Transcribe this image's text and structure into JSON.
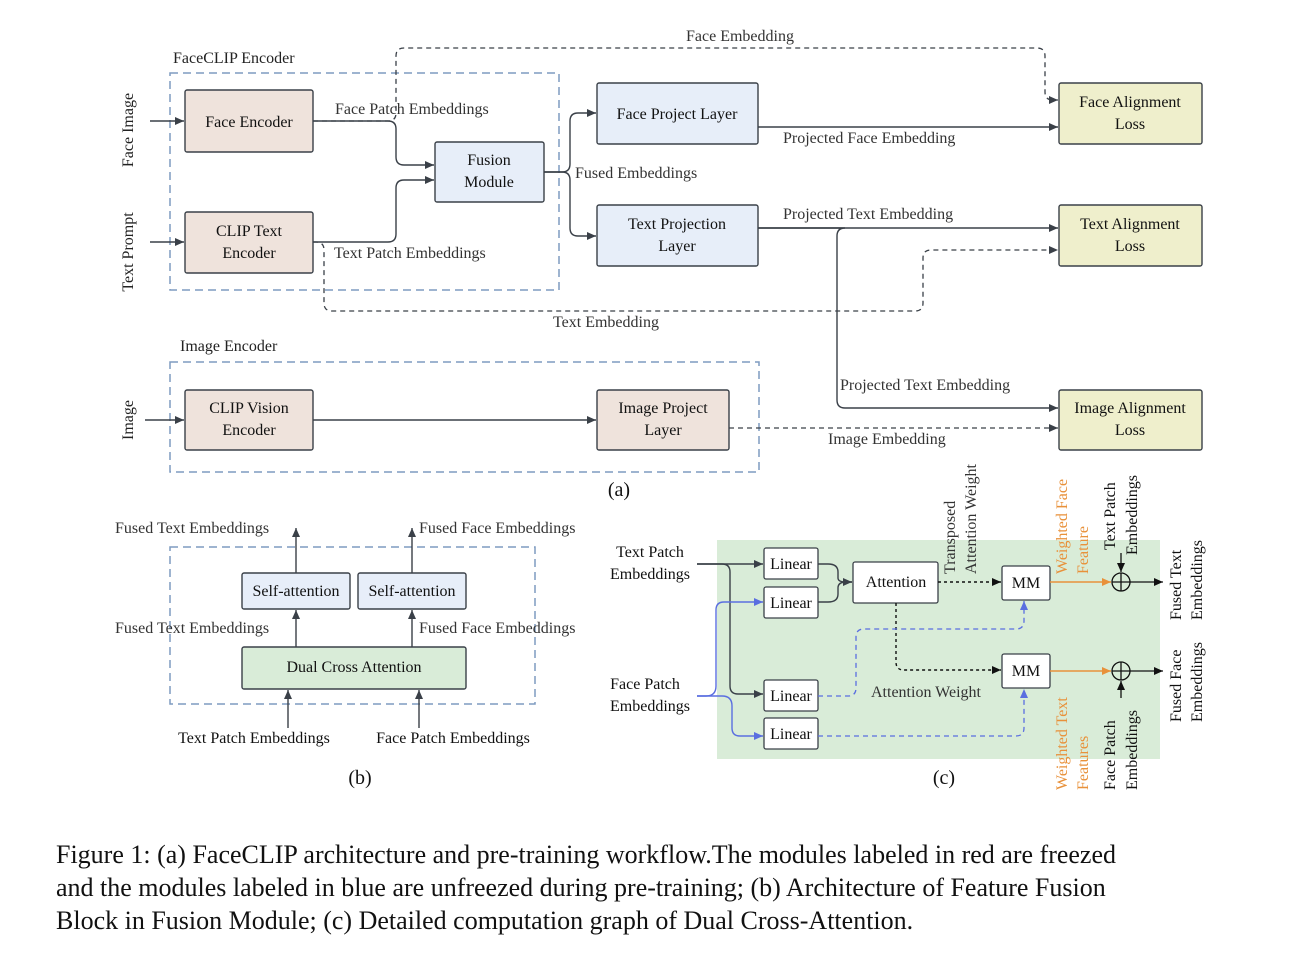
{
  "panel_a": {
    "faceclip_encoder_title": "FaceCLIP Encoder",
    "image_encoder_title": "Image Encoder",
    "input_face_image": "Face Image",
    "input_text_prompt": "Text Prompt",
    "input_image": "Image",
    "face_encoder": "Face Encoder",
    "clip_text_encoder": [
      "CLIP Text",
      "Encoder"
    ],
    "fusion_module": [
      "Fusion",
      "Module"
    ],
    "face_project_layer": "Face Project Layer",
    "text_projection_layer": [
      "Text Projection",
      "Layer"
    ],
    "clip_vision_encoder": [
      "CLIP Vision",
      "Encoder"
    ],
    "image_project_layer": [
      "Image Project",
      "Layer"
    ],
    "face_alignment_loss": [
      "Face Alignment",
      "Loss"
    ],
    "text_alignment_loss": [
      "Text Alignment",
      "Loss"
    ],
    "image_alignment_loss": [
      "Image Alignment",
      "Loss"
    ],
    "lbl_face_embedding": "Face Embedding",
    "lbl_face_patch_embeddings": "Face Patch Embeddings",
    "lbl_fused_embeddings": "Fused Embeddings",
    "lbl_projected_face_embedding": "Projected Face Embedding",
    "lbl_projected_text_embedding_top": "Projected Text Embedding",
    "lbl_text_patch_embeddings": "Text Patch Embeddings",
    "lbl_text_embedding": "Text Embedding",
    "lbl_projected_text_embedding_mid": "Projected Text Embedding",
    "lbl_image_embedding": "Image Embedding",
    "sub_label": "(a)"
  },
  "panel_b": {
    "out_fused_text": "Fused Text Embeddings",
    "out_fused_face": "Fused Face Embeddings",
    "self_attention_1": "Self-attention",
    "self_attention_2": "Self-attention",
    "mid_fused_text": "Fused Text Embeddings",
    "mid_fused_face": "Fused Face Embeddings",
    "dual_cross_attention": "Dual Cross Attention",
    "in_text_patch": "Text Patch Embeddings",
    "in_face_patch": "Face Patch Embeddings",
    "sub_label": "(b)"
  },
  "panel_c": {
    "in_text_patch": [
      "Text Patch",
      "Embeddings"
    ],
    "in_face_patch": [
      "Face Patch",
      "Embeddings"
    ],
    "linear_1": "Linear",
    "linear_2": "Linear",
    "linear_3": "Linear",
    "linear_4": "Linear",
    "attention": "Attention",
    "mm_top": "MM",
    "mm_bottom": "MM",
    "lbl_transposed_attention_weight": [
      "Transposed",
      "Attention Weight"
    ],
    "lbl_attention_weight": "Attention Weight",
    "lbl_weighted_face_feature": [
      "Weighted Face",
      "Feature"
    ],
    "lbl_weighted_text_features": [
      "Weighted Text",
      "Features"
    ],
    "lbl_text_patch_embeddings_v": [
      "Text Patch",
      "Embeddings"
    ],
    "lbl_face_patch_embeddings_v": [
      "Face Patch",
      "Embeddings"
    ],
    "out_fused_text": [
      "Fused Text",
      "Embeddings"
    ],
    "out_fused_face": [
      "Fused Face",
      "Embeddings"
    ],
    "sub_label": "(c)"
  },
  "caption": [
    "Figure 1: (a) FaceCLIP architecture and pre-training workflow.The modules labeled in red are freezed",
    "and the modules labeled in blue are unfreezed during pre-training; (b) Architecture of Feature Fusion",
    "Block in Fusion Module; (c) Detailed computation graph of Dual Cross-Attention."
  ],
  "colors": {
    "frozen_fill": "#efe3dc",
    "trainable_fill": "#e7eef9",
    "loss_fill": "#efefcc",
    "fusion_block_fill": "#d9ecd8",
    "dashed_group": "#7f9bc0",
    "orange": "#e8913a",
    "blue_line": "#5a6ee0"
  }
}
